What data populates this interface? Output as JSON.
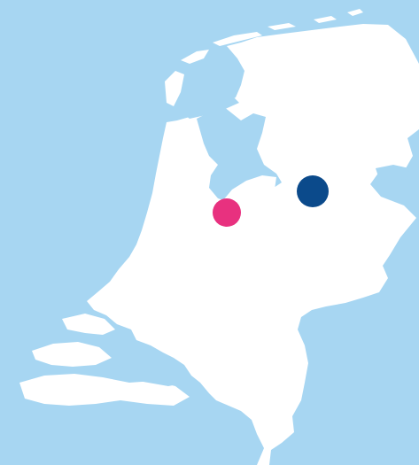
{
  "map": {
    "region": "Netherlands",
    "colors": {
      "water": "#a7d6f2",
      "land": "#ffffff"
    },
    "markers": [
      {
        "id": "marker-pink",
        "color": "#e8317f"
      },
      {
        "id": "marker-navy",
        "color": "#0b4a8b"
      }
    ]
  }
}
